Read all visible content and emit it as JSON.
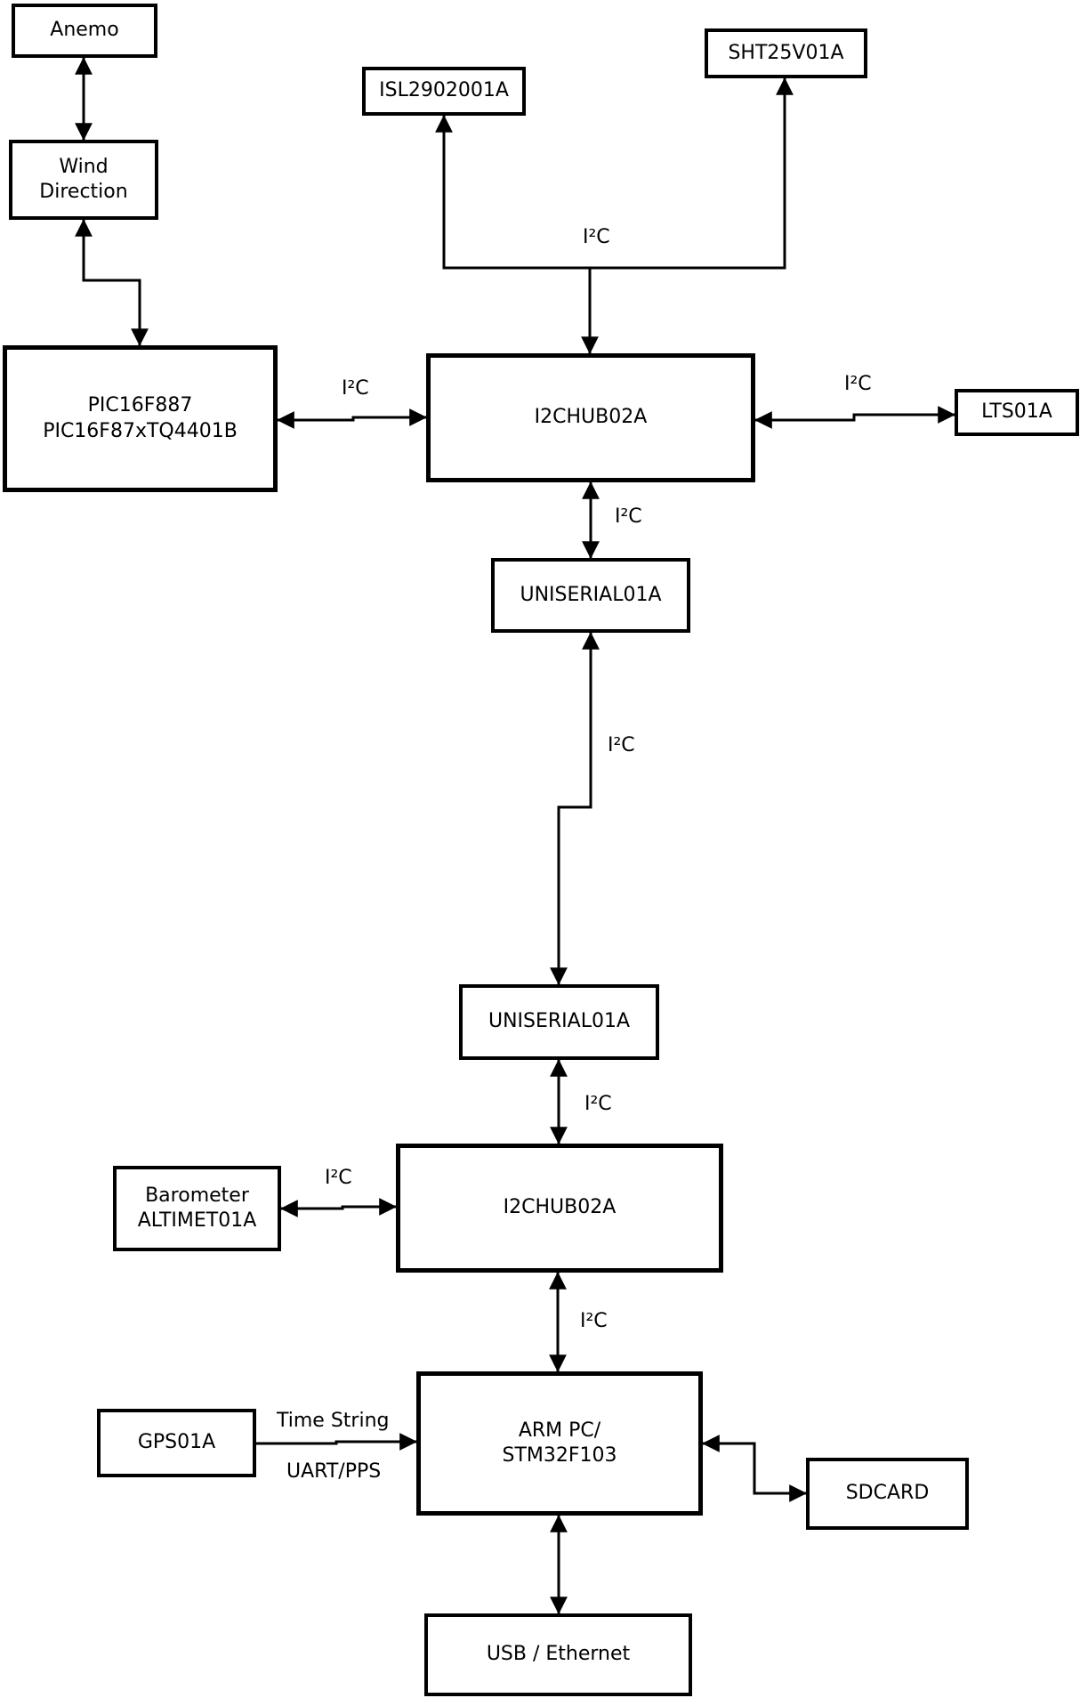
{
  "diagram": {
    "colors": {
      "line": "#000000",
      "box_fill": "#ffffff",
      "background": "#ffffff"
    },
    "nodes": {
      "anemo": {
        "label": "Anemo"
      },
      "wind": {
        "label": "Wind\nDirection"
      },
      "pic": {
        "label": "PIC16F887\nPIC16F87xTQ4401B"
      },
      "isl": {
        "label": "ISL2902001A"
      },
      "sht": {
        "label": "SHT25V01A"
      },
      "hub1": {
        "label": "I2CHUB02A"
      },
      "lts": {
        "label": "LTS01A"
      },
      "uniserial1": {
        "label": "UNISERIAL01A"
      },
      "uniserial2": {
        "label": "UNISERIAL01A"
      },
      "hub2": {
        "label": "I2CHUB02A"
      },
      "barometer": {
        "label": "Barometer\nALTIMET01A"
      },
      "gps": {
        "label": "GPS01A"
      },
      "armpc": {
        "label": "ARM PC/\nSTM32F103"
      },
      "sdcard": {
        "label": "SDCARD"
      },
      "usb": {
        "label": "USB / Ethernet"
      }
    },
    "edge_labels": {
      "bus_top": "I²C",
      "pic_hub1": "I²C",
      "hub1_lts": "I²C",
      "hub1_uni1": "I²C",
      "uni1_uni2": "I²C",
      "uni2_hub2": "I²C",
      "baro_hub2": "I²C",
      "hub2_armpc": "I²C",
      "gps_time": "Time String",
      "gps_uart": "UART/PPS"
    }
  }
}
